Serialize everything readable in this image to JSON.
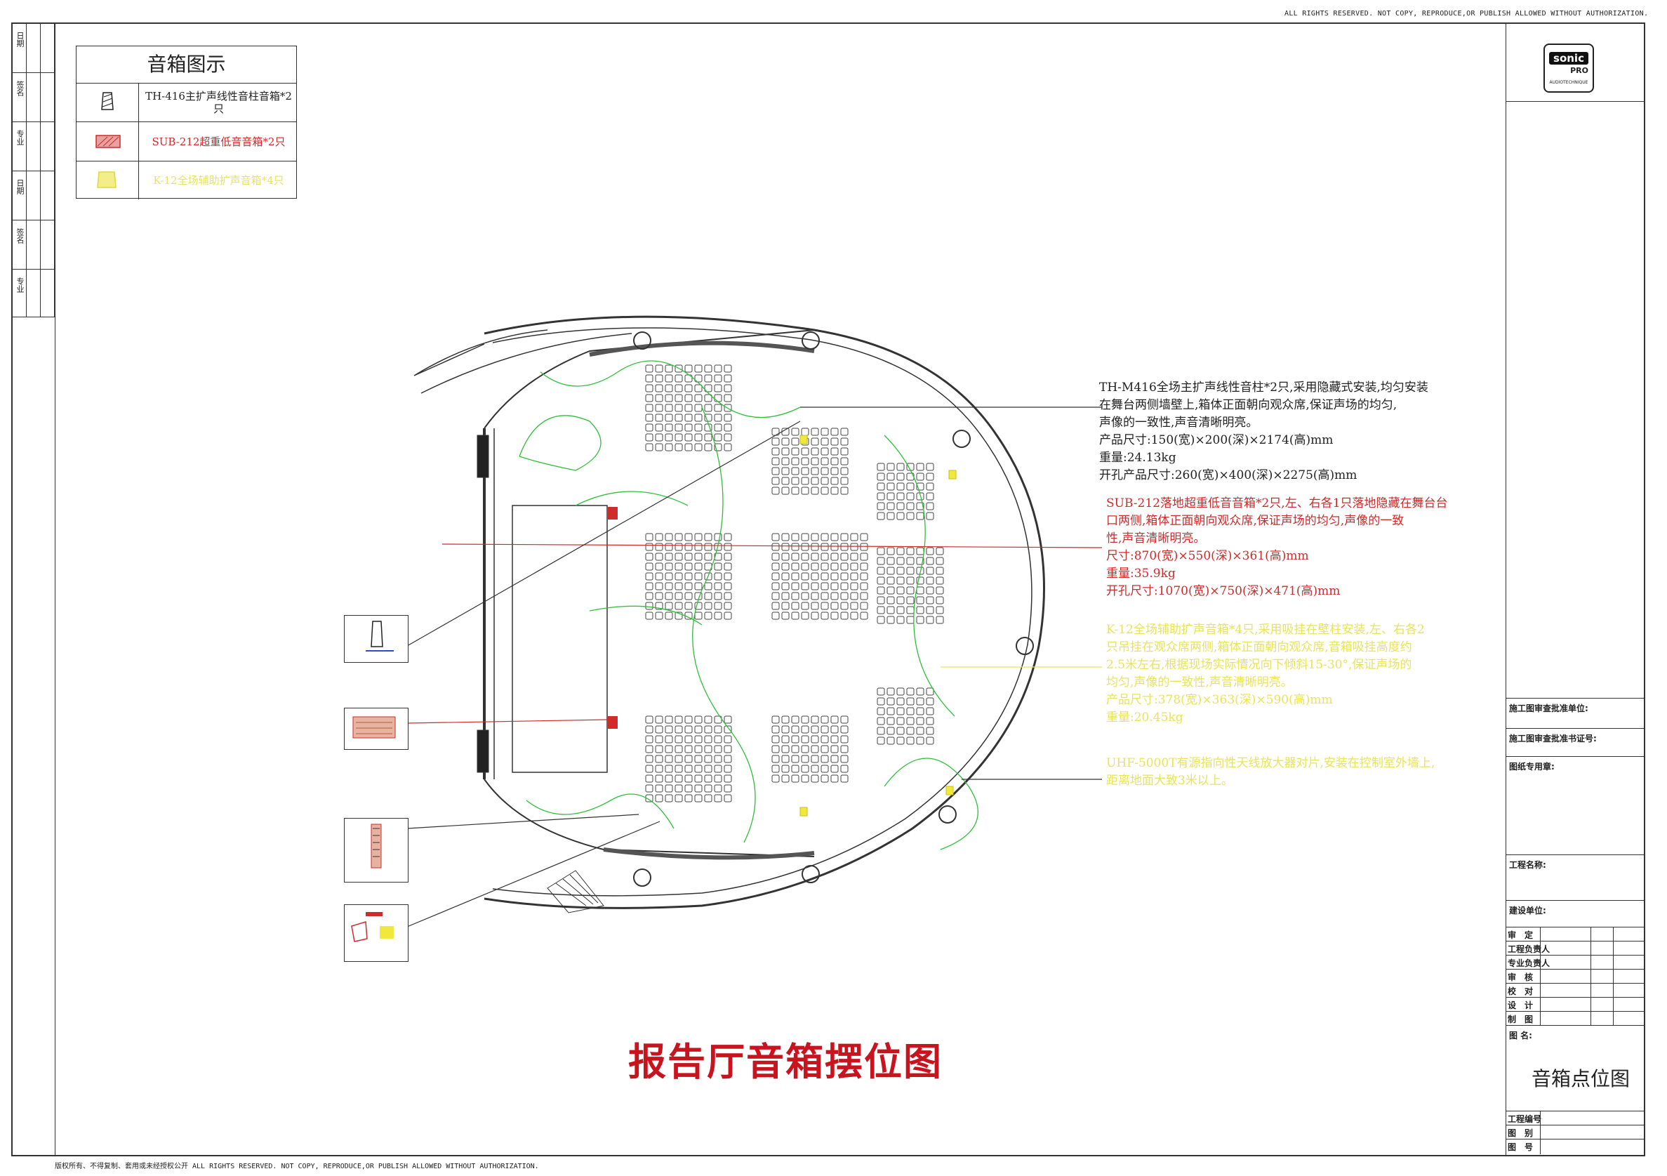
{
  "copyright_top": "ALL RIGHTS RESERVED. NOT COPY, REPRODUCE,OR PUBLISH ALLOWED WITHOUT AUTHORIZATION.",
  "copyright_bottom": "版权所有、不得复制、套用或未经授权公开    ALL RIGHTS RESERVED. NOT COPY, REPRODUCE,OR PUBLISH ALLOWED WITHOUT AUTHORIZATION.",
  "revision_labels": [
    "日期",
    "签名",
    "专业",
    "日期",
    "签名",
    "专业"
  ],
  "legend": {
    "title": "音箱图示",
    "items": [
      {
        "label": "TH-416主扩声线性音柱音箱*2只",
        "color": "#222222",
        "icon": "column-speaker-icon"
      },
      {
        "label": "SUB-212超重低音音箱*2只",
        "color": "#d02a2a",
        "icon": "subwoofer-icon"
      },
      {
        "label": "K-12全场辅助扩声音箱*4只",
        "color": "#e8e35a",
        "icon": "fill-speaker-icon"
      }
    ]
  },
  "notes": {
    "black": "TH-M416全场主扩声线性音柱*2只,采用隐藏式安装,均匀安装\n在舞台两侧墙壁上,箱体正面朝向观众席,保证声场的均匀,\n声像的一致性,声音清晰明亮。\n产品尺寸:150(宽)×200(深)×2174(高)mm\n重量:24.13kg\n开孔产品尺寸:260(宽)×400(深)×2275(高)mm",
    "red": "SUB-212落地超重低音音箱*2只,左、右各1只落地隐藏在舞台台\n口两侧,箱体正面朝向观众席,保证声场的均匀,声像的一致\n性,声音清晰明亮。\n尺寸:870(宽)×550(深)×361(高)mm\n重量:35.9kg\n开孔尺寸:1070(宽)×750(深)×471(高)mm",
    "yellow1": "K-12全场辅助扩声音箱*4只,采用吸挂在壁柱安装,左、右各2\n只吊挂在观众席两侧,箱体正面朝向观众席,音箱吸挂高度约\n2.5米左右,根据现场实际情况向下倾斜15-30°,保证声场的\n均匀,声像的一致性,声音清晰明亮。\n产品尺寸:378(宽)×363(深)×590(高)mm\n重量:20.45kg",
    "yellow2": "UHF-5000T有源指向性天线放大器对片,安装在控制室外墙上,\n距离地面大致3米以上。"
  },
  "main_title": "报告厅音箱摆位图",
  "title_block": {
    "labels": {
      "review_unit": "施工图审查批准单位:",
      "review_cert": "施工图审查批准书证号:",
      "stamp": "图纸专用章:",
      "project_name": "工程名称:",
      "client": "建设单位:",
      "drawing_title_label": "图 名:"
    },
    "signoff_rows": [
      "审　定",
      "工程负责人",
      "专业负责人",
      "审　核",
      "校　对",
      "设　计",
      "制　图"
    ],
    "bottom_rows": [
      "工程编号",
      "图　别",
      "图　号"
    ],
    "drawing_name": "音箱点位图",
    "logo": {
      "line1": "sonic",
      "line2": "PRO",
      "line3": "AUDIOTECHNIQUE"
    }
  },
  "colors": {
    "walls": "#333333",
    "seats": "#444444",
    "coverage": "#2fbf3a",
    "subwoofer": "#d02a2a",
    "fill_speaker": "#f0e83a"
  }
}
